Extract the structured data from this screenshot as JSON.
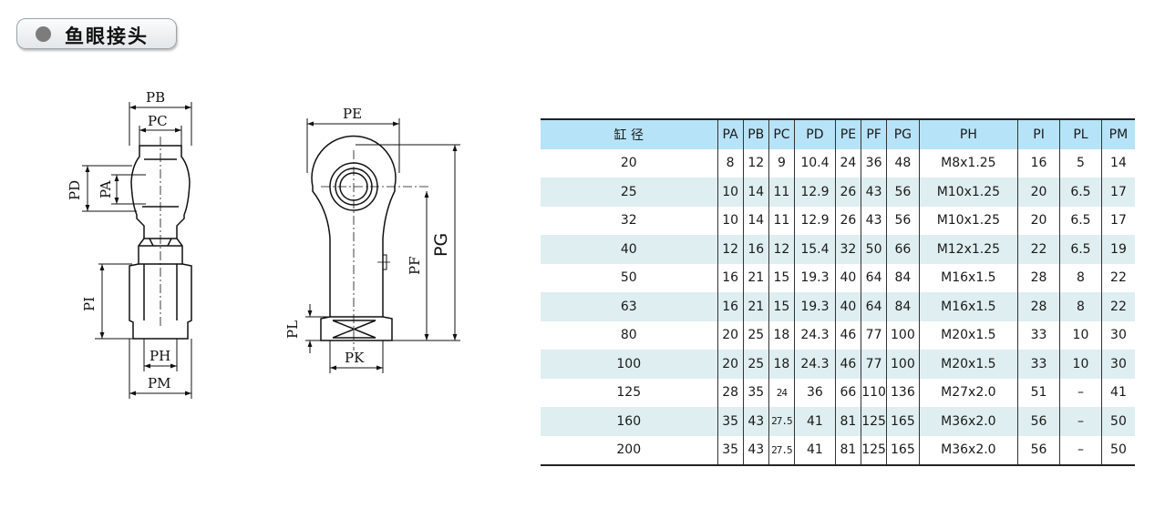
{
  "title": "鱼眼接头",
  "diagram_labels": {
    "pb": "PB",
    "pc": "PC",
    "pd": "PD",
    "pa": "PA",
    "pi": "PI",
    "ph": "PH",
    "pm": "PM",
    "pe": "PE",
    "pf": "PF",
    "pg": "PG",
    "pl": "PL",
    "pk": "PK"
  },
  "table": {
    "headers": [
      "缸 径",
      "PA",
      "PB",
      "PC",
      "PD",
      "PE",
      "PF",
      "PG",
      "PH",
      "PI",
      "PL",
      "PM"
    ],
    "rows": [
      [
        "20",
        "8",
        "12",
        "9",
        "10.4",
        "24",
        "36",
        "48",
        "M8x1.25",
        "16",
        "5",
        "14"
      ],
      [
        "25",
        "10",
        "14",
        "11",
        "12.9",
        "26",
        "43",
        "56",
        "M10x1.25",
        "20",
        "6.5",
        "17"
      ],
      [
        "32",
        "10",
        "14",
        "11",
        "12.9",
        "26",
        "43",
        "56",
        "M10x1.25",
        "20",
        "6.5",
        "17"
      ],
      [
        "40",
        "12",
        "16",
        "12",
        "15.4",
        "32",
        "50",
        "66",
        "M12x1.25",
        "22",
        "6.5",
        "19"
      ],
      [
        "50",
        "16",
        "21",
        "15",
        "19.3",
        "40",
        "64",
        "84",
        "M16x1.5",
        "28",
        "8",
        "22"
      ],
      [
        "63",
        "16",
        "21",
        "15",
        "19.3",
        "40",
        "64",
        "84",
        "M16x1.5",
        "28",
        "8",
        "22"
      ],
      [
        "80",
        "20",
        "25",
        "18",
        "24.3",
        "46",
        "77",
        "100",
        "M20x1.5",
        "33",
        "10",
        "30"
      ],
      [
        "100",
        "20",
        "25",
        "18",
        "24.3",
        "46",
        "77",
        "100",
        "M20x1.5",
        "33",
        "10",
        "30"
      ],
      [
        "125",
        "28",
        "35",
        "24",
        "36",
        "66",
        "110",
        "136",
        "M27x2.0",
        "51",
        "–",
        "41"
      ],
      [
        "160",
        "35",
        "43",
        "27.5",
        "41",
        "81",
        "125",
        "165",
        "M36x2.0",
        "56",
        "–",
        "50"
      ],
      [
        "200",
        "35",
        "43",
        "27.5",
        "41",
        "81",
        "125",
        "165",
        "M36x2.0",
        "56",
        "–",
        "50"
      ]
    ]
  },
  "colors": {
    "header_bg": "#b7e3f8",
    "alt_row_bg": "#dfeef0",
    "pill_dot": "#7c7c7c"
  }
}
